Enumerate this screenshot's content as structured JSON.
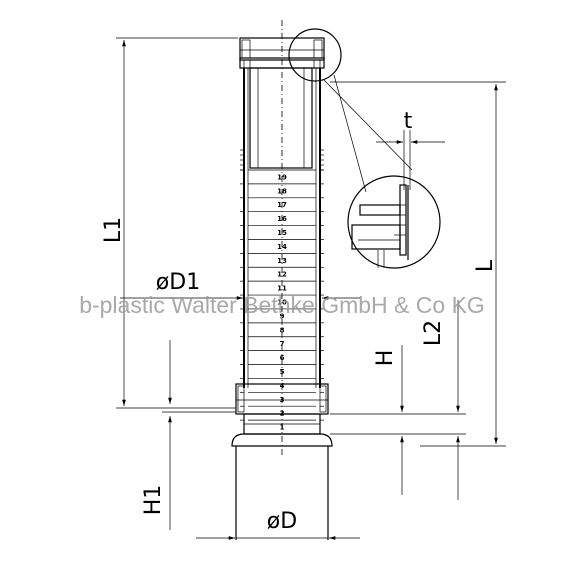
{
  "labels": {
    "L1": "L1",
    "L": "L",
    "L2": "L2",
    "H": "H",
    "H1": "H1",
    "D1": "øD1",
    "D": "øD",
    "t": "t"
  },
  "segments": [
    "1",
    "2",
    "3",
    "4",
    "5",
    "6",
    "7",
    "8",
    "9",
    "10",
    "11",
    "12",
    "13",
    "14",
    "15",
    "16",
    "17",
    "18",
    "19"
  ],
  "watermark": "b-plastic Walter Bethke GmbH & Co KG"
}
